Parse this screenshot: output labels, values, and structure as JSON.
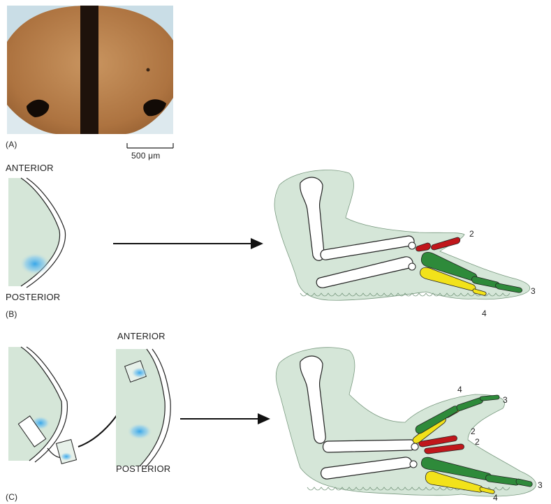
{
  "panel_a": {
    "label": "(A)",
    "scale_bar": "500 μm"
  },
  "panel_b": {
    "label": "(B)",
    "anterior": "ANTERIOR",
    "posterior": "POSTERIOR",
    "digits": [
      "2",
      "3",
      "4"
    ]
  },
  "panel_c": {
    "label": "(C)",
    "anterior": "ANTERIOR",
    "posterior": "POSTERIOR",
    "digits_top": [
      "4",
      "3",
      "2",
      "2"
    ],
    "digits_bottom": [
      "3",
      "4"
    ]
  },
  "colors": {
    "tissue": "#d5e6d8",
    "digit_2": "#c0161b",
    "digit_3": "#2e8a3a",
    "digit_4": "#f2e21a",
    "zpa_blue": "#3aa8e8",
    "embryo_brown": "#b67a43"
  }
}
